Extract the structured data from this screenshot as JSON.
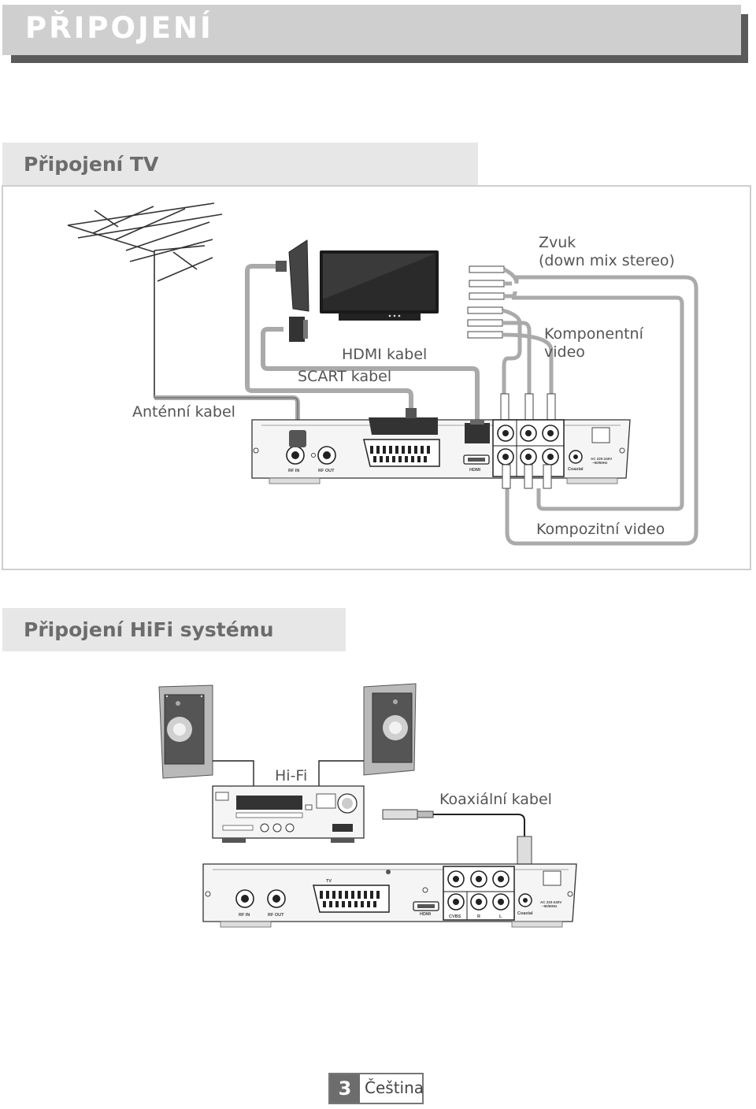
{
  "header": {
    "title": "PŘIPOJENÍ"
  },
  "tv_section": {
    "title": "Připojení TV",
    "labels": {
      "audio": "Zvuk",
      "audio_sub": "(down mix stereo)",
      "component": "Komponentní",
      "component_sub": "video",
      "hdmi": "HDMI kabel",
      "scart": "SCART kabel",
      "antenna": "Anténní kabel",
      "composite": "Kompozitní video"
    },
    "panel": {
      "rf_in": "RF IN",
      "rf_out": "RF OUT",
      "hdmi": "HDMI",
      "coaxial": "Coaxial",
      "power_1": "AC 220-240V",
      "power_2": "~50/60Hz"
    }
  },
  "hifi_section": {
    "title": "Připojení HiFi systému",
    "labels": {
      "hifi": "Hi-Fi",
      "coax": "Koaxiální kabel"
    },
    "panel": {
      "rf_in": "RF IN",
      "rf_out": "RF OUT",
      "tv": "TV",
      "hdmi": "HDMI",
      "cvbs": "CVBS",
      "r": "R",
      "l": "L",
      "coaxial": "Coaxial",
      "power_1": "AC 220-240V",
      "power_2": "~50/60Hz"
    }
  },
  "footer": {
    "page": "3",
    "language": "Čeština"
  }
}
